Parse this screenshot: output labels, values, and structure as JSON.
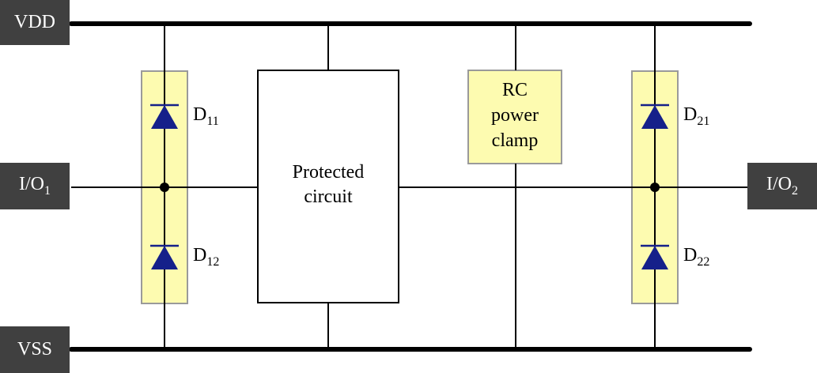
{
  "rails": {
    "vdd": {
      "label": "VDD"
    },
    "vss": {
      "label": "VSS"
    }
  },
  "ports": {
    "io1": {
      "label": "I/O",
      "sub": "1"
    },
    "io2": {
      "label": "I/O",
      "sub": "2"
    }
  },
  "diodes": [
    {
      "label": "D",
      "sub": "11"
    },
    {
      "label": "D",
      "sub": "12"
    },
    {
      "label": "D",
      "sub": "21"
    },
    {
      "label": "D",
      "sub": "22"
    }
  ],
  "blocks": {
    "protected": {
      "line1": "Protected",
      "line2": "circuit"
    },
    "clamp": {
      "line1": "RC",
      "line2": "power",
      "line3": "clamp"
    }
  },
  "colors": {
    "label_bg": "#404040",
    "highlight_fill": "#fdfbb0",
    "highlight_border": "#9a9a9a",
    "diode": "#15208a"
  }
}
